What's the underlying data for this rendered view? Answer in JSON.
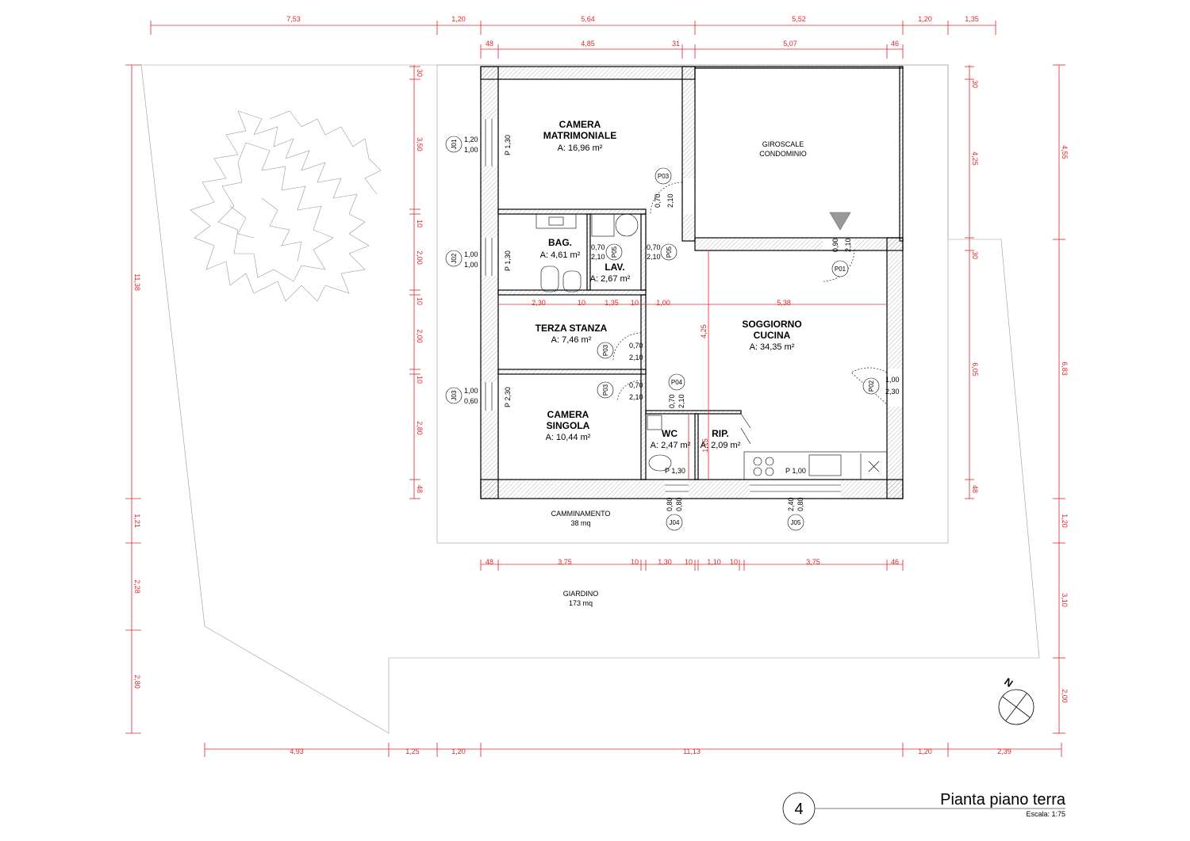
{
  "rooms": {
    "matrimoniale": {
      "name1": "CAMERA",
      "name2": "MATRIMONIALE",
      "area": "A: 16,96 m²"
    },
    "giroscale": {
      "name1": "GIROSCALE",
      "name2": "CONDOMINIO"
    },
    "bagno": {
      "name": "BAG.",
      "area": "A: 4,61 m²"
    },
    "lavanderia": {
      "name": "LAV.",
      "area": "A: 2,67 m²"
    },
    "terza": {
      "name": "TERZA STANZA",
      "area": "A: 7,46 m²"
    },
    "soggiorno": {
      "name1": "SOGGIORNO",
      "name2": "CUCINA",
      "area": "A: 34,35 m²"
    },
    "singola": {
      "name1": "CAMERA",
      "name2": "SINGOLA",
      "area": "A: 10,44 m²"
    },
    "wc": {
      "name": "WC",
      "area": "A: 2,47 m²"
    },
    "ripostiglio": {
      "name": "RIP.",
      "area": "A: 2,09 m²"
    },
    "camminamento": {
      "name": "CAMMINAMENTO",
      "area": "38 mq"
    },
    "giardino": {
      "name": "GIARDINO",
      "area": "173 mq"
    }
  },
  "dims": {
    "top1": [
      "7,53",
      "1,20",
      "5,64",
      "5,52",
      "1,20",
      "1,35"
    ],
    "top2": [
      "48",
      "4,85",
      "31",
      "5,07",
      "46"
    ],
    "bottom1": [
      "48",
      "3,75",
      "10",
      "1,30",
      "10",
      "1,10",
      "10",
      "3,75",
      "46"
    ],
    "bottom2": [
      "4,93",
      "1,25",
      "1,20",
      "11,13",
      "1,20",
      "2,39"
    ],
    "left_outer": [
      "11,38",
      "1,21",
      "2,28",
      "2,80"
    ],
    "left_inner": [
      "30",
      "3,50",
      "10",
      "2,00",
      "10",
      "2,00",
      "10",
      "2,80",
      "48"
    ],
    "right_inner": [
      "30",
      "4,25",
      "30",
      "6,05",
      "48"
    ],
    "right_outer": [
      "4,55",
      "6,83",
      "1,20",
      "3,10",
      "2,00"
    ],
    "interior": [
      "2,30",
      "10",
      "1,35",
      "10",
      "1,00",
      "5,38"
    ],
    "soggiorno_v": "4,25",
    "rip_v": "1,75"
  },
  "doors": {
    "p03a": {
      "tag": "P03",
      "w": "0,70",
      "h": "2,10"
    },
    "p05a": {
      "tag": "P05",
      "w": "0,70",
      "h": "2,10"
    },
    "p05b": {
      "tag": "P05",
      "w": "0,70",
      "h": "2,10"
    },
    "p01": {
      "tag": "P01",
      "w": "0,90",
      "h": "2,10"
    },
    "p03b": {
      "tag": "P03",
      "w": "0,70",
      "h": "2,10"
    },
    "p03c": {
      "tag": "P03",
      "w": "0,70",
      "h": "2,10"
    },
    "p04": {
      "tag": "P04",
      "w": "0,70",
      "h": "2,10"
    },
    "p02": {
      "tag": "P02",
      "w": "1,00",
      "h": "2,30"
    }
  },
  "windows": {
    "j01": {
      "tag": "J01",
      "w": "1,20",
      "h": "1,00",
      "p": "P 1,30"
    },
    "j02": {
      "tag": "J02",
      "w": "1,00",
      "h": "1,00",
      "p": "P 1,30"
    },
    "j03": {
      "tag": "J03",
      "w": "1,00",
      "h": "0,60",
      "p": "P 2,30"
    },
    "j04": {
      "tag": "J04",
      "w": "0,80",
      "h": "0,80",
      "p": "P 1,30"
    },
    "j05": {
      "tag": "J05",
      "w": "2,40",
      "h": "0,80",
      "p": "P 1,00"
    }
  },
  "north": "N",
  "sheet": {
    "number": "4",
    "title": "Pianta piano terra",
    "scale": "Escala: 1:75"
  },
  "colors": {
    "dimension": "#e0262b",
    "wall": "#000000"
  }
}
